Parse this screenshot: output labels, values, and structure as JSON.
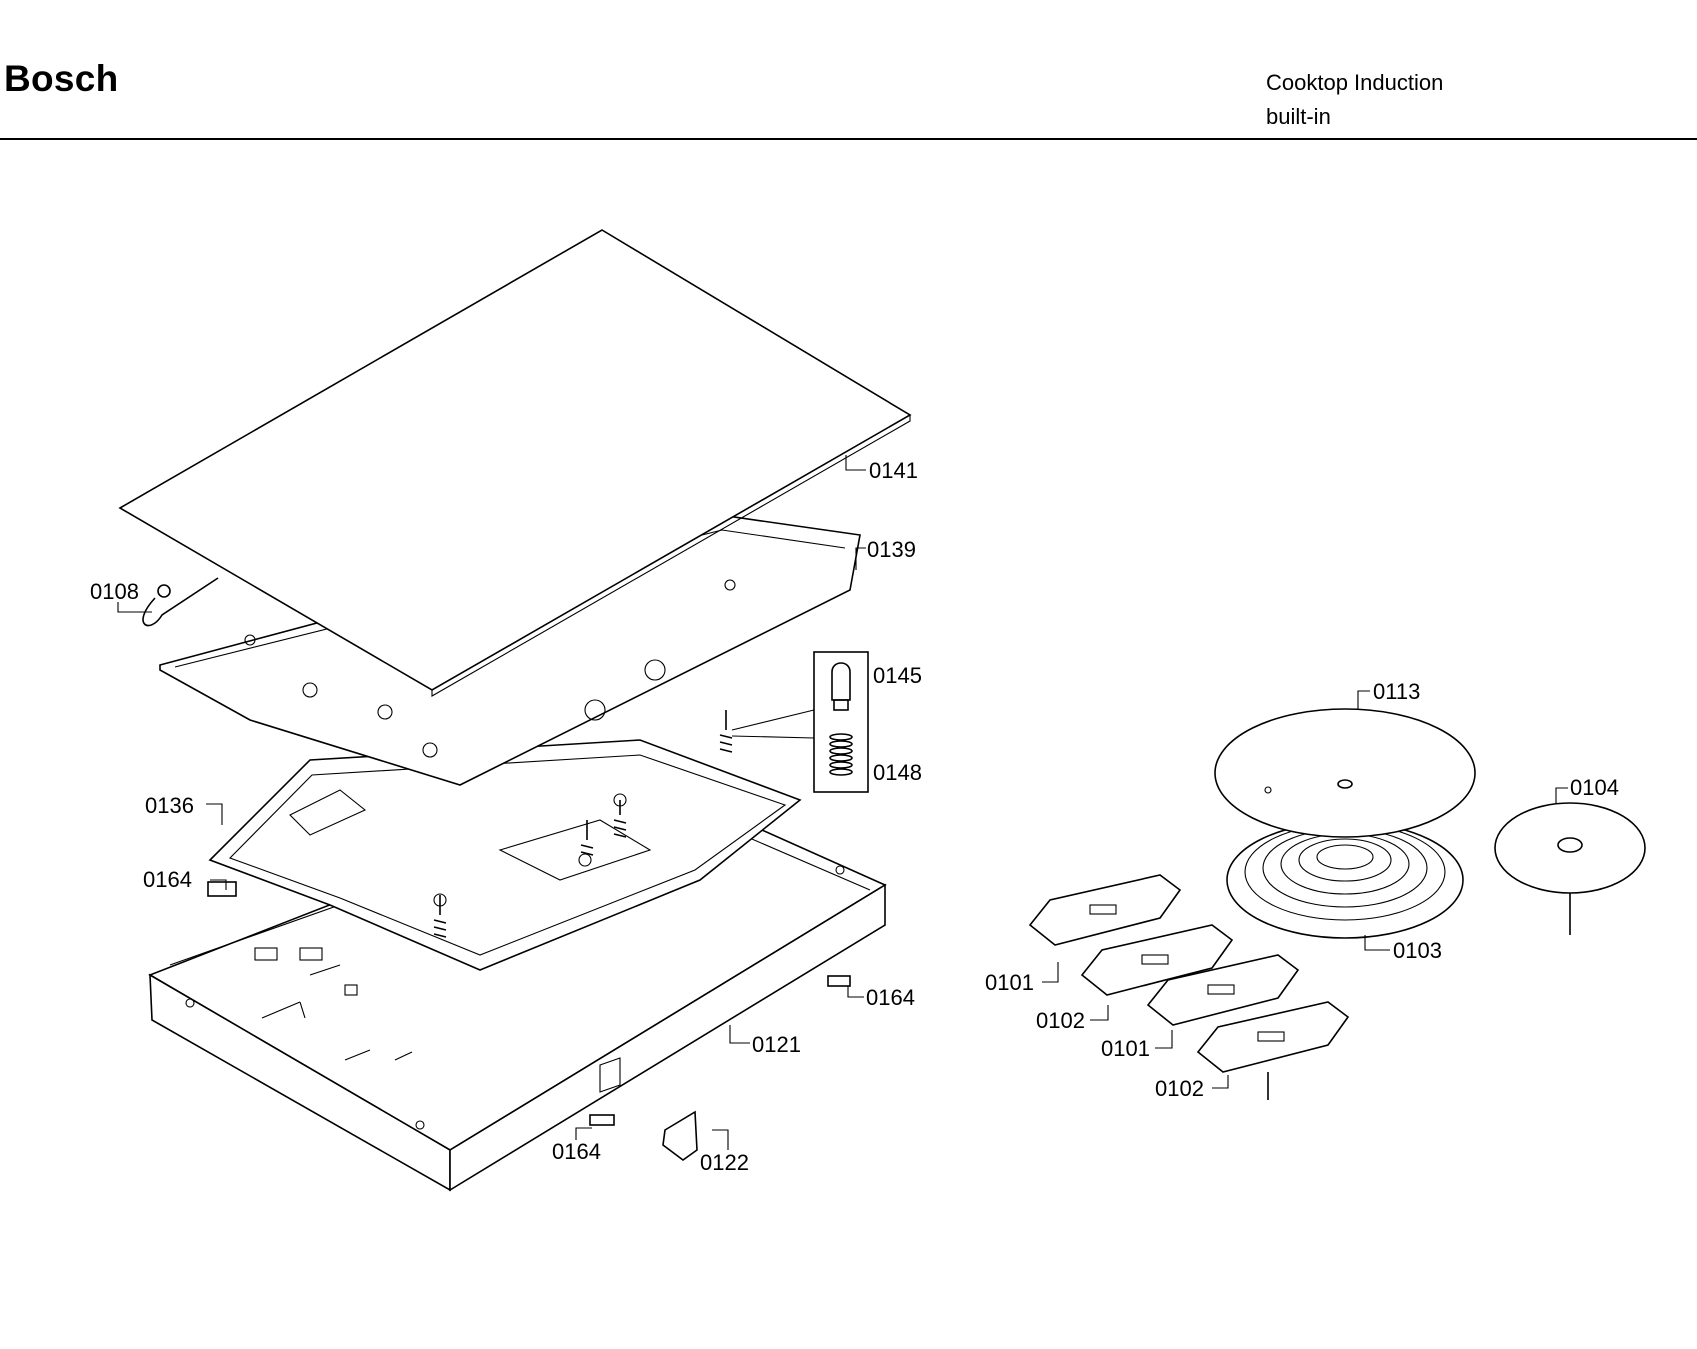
{
  "header": {
    "brand": "Bosch",
    "product_line1": "Cooktop Induction",
    "product_line2": "built-in"
  },
  "callouts": {
    "c0141": "0141",
    "c0139": "0139",
    "c0108": "0108",
    "c0145": "0145",
    "c0148": "0148",
    "c0136": "0136",
    "c0164a": "0164",
    "c0164b": "0164",
    "c0164c": "0164",
    "c0121": "0121",
    "c0122": "0122",
    "c0113": "0113",
    "c0104": "0104",
    "c0103": "0103",
    "c0101a": "0101",
    "c0102a": "0102",
    "c0101b": "0101",
    "c0102b": "0102"
  }
}
